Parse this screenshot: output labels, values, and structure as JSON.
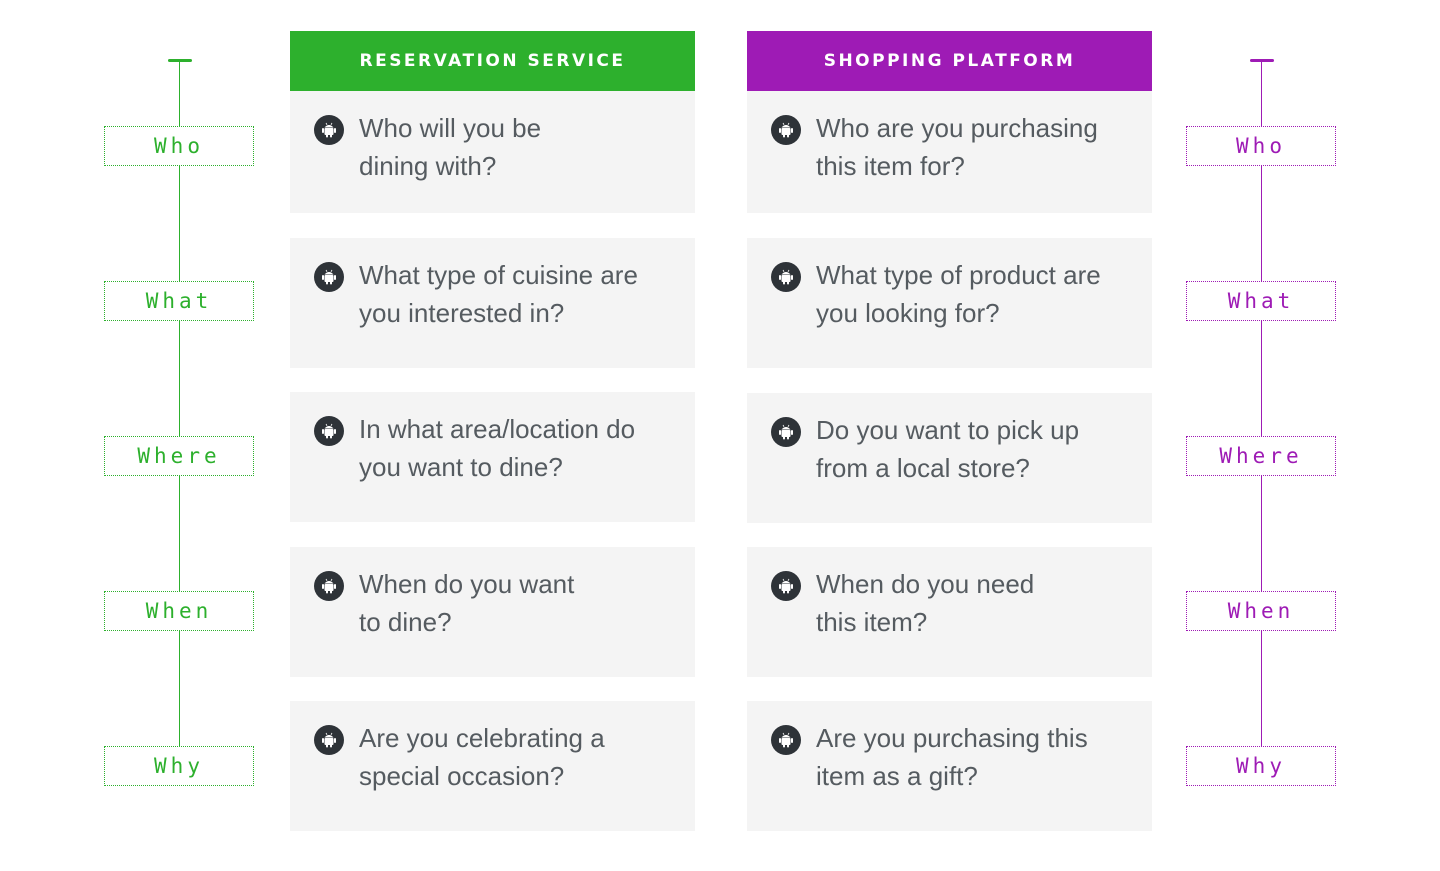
{
  "colors": {
    "green": "#2db02d",
    "purple": "#9e1bb5",
    "card_bg": "#f4f4f4",
    "text": "#555b60",
    "icon_bg": "#2e3338"
  },
  "questions": [
    "Who",
    "What",
    "Where",
    "When",
    "Why"
  ],
  "left_column": {
    "header": "RESERVATION SERVICE",
    "cards": [
      {
        "line1": "Who will you be",
        "line2": "dining with?"
      },
      {
        "line1": "What type of cuisine are",
        "line2": "you interested in?"
      },
      {
        "line1": "In what area/location do",
        "line2": "you want to dine?"
      },
      {
        "line1": "When do you want",
        "line2": "to dine?"
      },
      {
        "line1": "Are you celebrating a",
        "line2": "special occasion?"
      }
    ]
  },
  "right_column": {
    "header": "SHOPPING PLATFORM",
    "cards": [
      {
        "line1": "Who are you purchasing",
        "line2": "this item for?"
      },
      {
        "line1": "What type of product are",
        "line2": "you looking for?"
      },
      {
        "line1": "Do you want to pick up",
        "line2": "from a local store?"
      },
      {
        "line1": "When do you need",
        "line2": "this item?"
      },
      {
        "line1": "Are you purchasing this",
        "line2": "item as a gift?"
      }
    ]
  },
  "icon_name": "android-icon"
}
